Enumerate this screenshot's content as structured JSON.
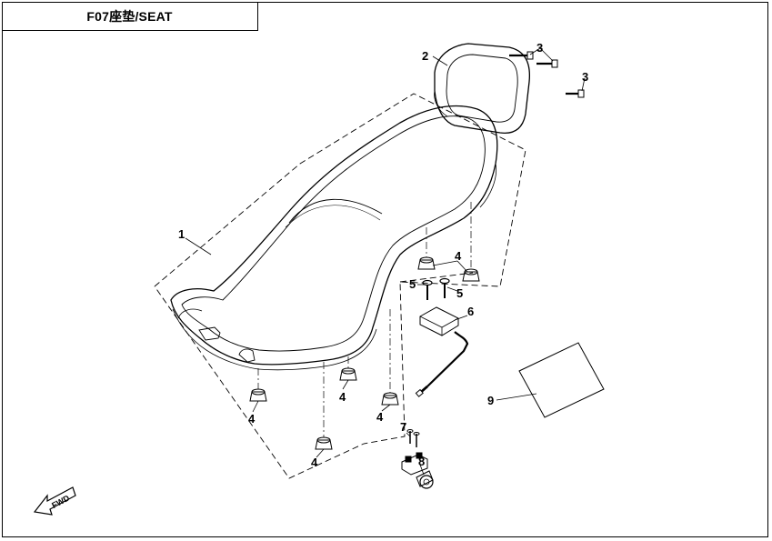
{
  "title": "F07座垫/SEAT",
  "callouts": {
    "c1": "1",
    "c2": "2",
    "c3a": "3",
    "c3b": "3",
    "c4a": "4",
    "c4b": "4",
    "c4c": "4",
    "c4d": "4",
    "c4e": "4",
    "c5a": "5",
    "c5b": "5",
    "c6": "6",
    "c7": "7",
    "c8": "8",
    "c9": "9"
  },
  "fwd_label": "FWD"
}
